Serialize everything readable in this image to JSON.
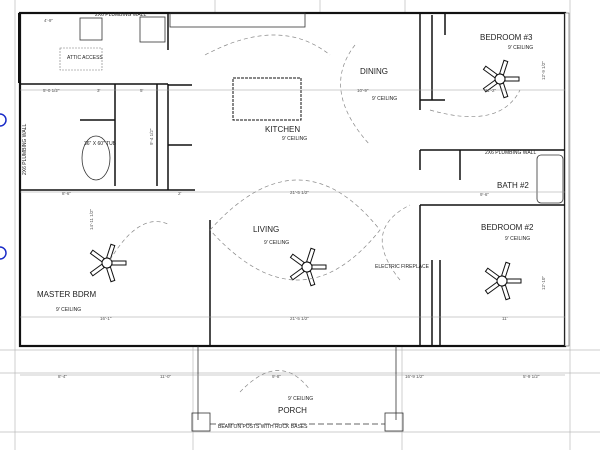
{
  "rooms": {
    "kitchen": {
      "label": "KITCHEN",
      "ceiling": "9' CEILING"
    },
    "dining": {
      "label": "DINING",
      "ceiling": "9' CEILING"
    },
    "bedroom3": {
      "label": "BEDROOM #3",
      "ceiling": "9' CEILING"
    },
    "bath2": {
      "label": "BATH #2"
    },
    "bedroom2": {
      "label": "BEDROOM #2",
      "ceiling": "9' CEILING"
    },
    "living": {
      "label": "LIVING",
      "ceiling": "9' CEILING"
    },
    "master": {
      "label": "MASTER BDRM",
      "ceiling": "9' CEILING"
    },
    "porch": {
      "label": "PORCH",
      "ceiling": "9' CEILING"
    }
  },
  "notes": {
    "plumbing_wall_top": "2X6 PLUMBING WALL",
    "plumbing_wall_bath": "2X6 PLUMBING WALL",
    "plumbing_wall_side": "2X6 PLUMBING WALL",
    "attic": "ATTIC ACCESS",
    "tub": "36\" X 60\" TUB",
    "fireplace": "ELECTRIC FIREPLACE",
    "beam": "BEAM ON POSTS WITH ROCK BASES"
  },
  "dimensions": {
    "d1": "4'-9\"",
    "d2": "5'-0 1/2\"",
    "d3": "3'",
    "d4": "5'",
    "d5": "9'-4 1/2\"",
    "d6": "10'-9\"",
    "d7": "11'-2\"",
    "d8": "12'-9 1/2\"",
    "d9": "21'-5 1/2\"",
    "d10": "14'-11 1/2\"",
    "d11": "16'-1\"",
    "d12": "21'-5 1/2\"",
    "d13": "11'",
    "d14": "12'-10\"",
    "d15": "9'-6\"",
    "d16": "8'-4\"",
    "d17": "11'-0\"",
    "d18": "9'-8\"",
    "d19": "16'-9 1/2\"",
    "d20": "5'-9 1/2\"",
    "d21": "8'-6\"",
    "d22": "2'"
  }
}
